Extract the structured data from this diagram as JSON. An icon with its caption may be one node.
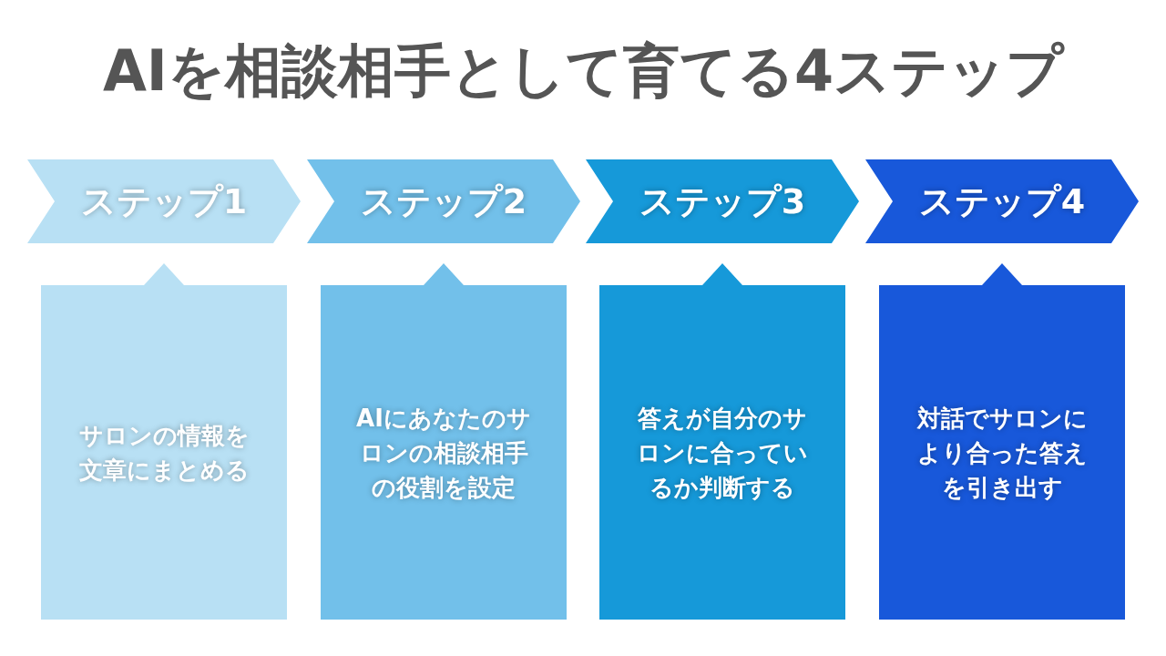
{
  "diagram": {
    "title": "AIを相談相手として育てる4ステップ",
    "nodes": [
      {
        "text": [
          "ステップ1"
        ]
      },
      {
        "text": [
          "ステップ2"
        ]
      },
      {
        "text": [
          "ステップ3"
        ]
      },
      {
        "text": [
          "ステップ4"
        ]
      },
      {
        "text": [
          "サロンの情報を文章にまとめる"
        ]
      },
      {
        "text": [
          "AIにあなたのサロンの相談相手の役割を設定"
        ]
      },
      {
        "text": [
          "答えが自分のサロンに合っているか判断する"
        ]
      },
      {
        "text": [
          "対話でサロンにより合った答えを引き出す"
        ]
      }
    ],
    "edges": []
  }
}
